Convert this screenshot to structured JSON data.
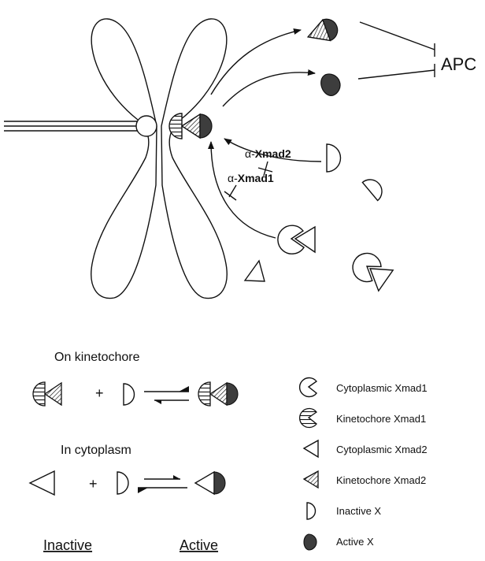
{
  "colors": {
    "ink": "#111111",
    "active_fill": "#3d3d3d",
    "background": "#ffffff"
  },
  "labels": {
    "apc": "APC",
    "anti_xmad2_alpha": "α-",
    "anti_xmad2_name": "Xmad2",
    "anti_xmad1_alpha": "α-",
    "anti_xmad1_name": "Xmad1",
    "on_kinetochore": "On kinetochore",
    "in_cytoplasm": "In cytoplasm",
    "plus": "+",
    "inactive": "Inactive",
    "active": "Active"
  },
  "legend": [
    {
      "icon": "cytoplasmic-xmad1-icon",
      "label": "Cytoplasmic Xmad1"
    },
    {
      "icon": "kinetochore-xmad1-icon",
      "label": "Kinetochore Xmad1"
    },
    {
      "icon": "cytoplasmic-xmad2-icon",
      "label": "Cytoplasmic Xmad2"
    },
    {
      "icon": "kinetochore-xmad2-icon",
      "label": "Kinetochore Xmad2"
    },
    {
      "icon": "inactive-x-icon",
      "label": "Inactive X"
    },
    {
      "icon": "active-x-icon",
      "label": "Active X"
    }
  ]
}
